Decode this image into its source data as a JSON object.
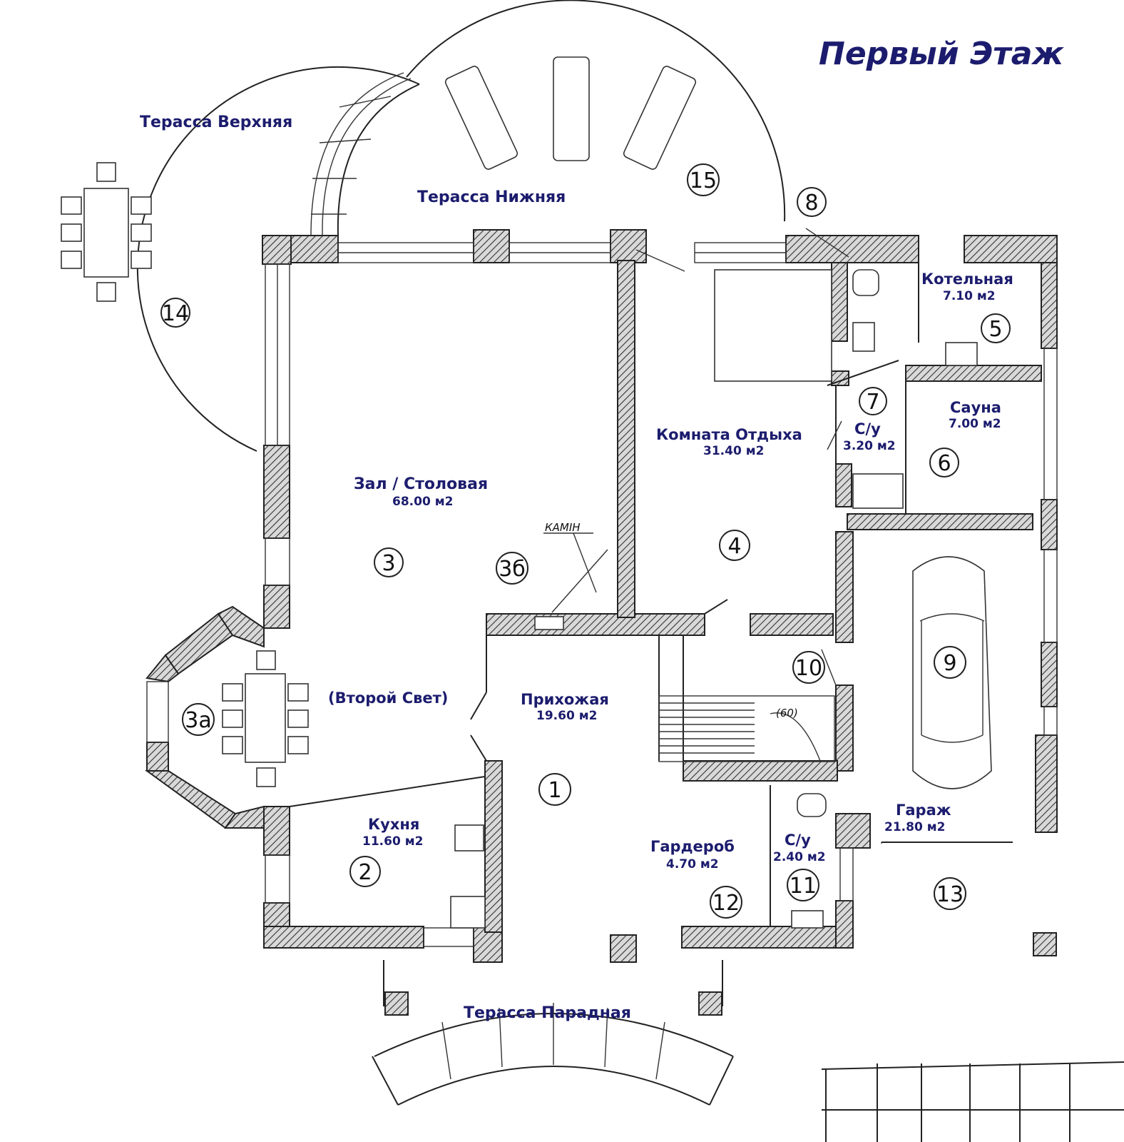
{
  "title": "Первый Этаж",
  "rooms": {
    "r1": {
      "num": "1",
      "name": "Прихожая",
      "area": "19.60 м2"
    },
    "r2": {
      "num": "2",
      "name": "Кухня",
      "area": "11.60 м2"
    },
    "r3": {
      "num": "3",
      "name": "Зал / Столовая",
      "area": "68.00 м2"
    },
    "r3a": {
      "num": "3а"
    },
    "r3b": {
      "num": "3б",
      "note": "КАМIН"
    },
    "second_light": {
      "name": "(Второй Свет)"
    },
    "r4": {
      "num": "4",
      "name": "Комната Отдыха",
      "area": "31.40 м2"
    },
    "r5": {
      "num": "5",
      "name": "Котельная",
      "area": "7.10 м2"
    },
    "r6": {
      "num": "6",
      "name": "Сауна",
      "area": "7.00 м2"
    },
    "r7": {
      "num": "7",
      "name": "С/у",
      "area": "3.20 м2"
    },
    "r8": {
      "num": "8"
    },
    "r9": {
      "num": "9",
      "name": "Гараж",
      "area": "21.80 м2"
    },
    "r10": {
      "num": "10",
      "stair": "(60)"
    },
    "r11": {
      "num": "11",
      "name": "С/у",
      "area": "2.40 м2"
    },
    "r12": {
      "num": "12",
      "name": "Гардероб",
      "area": "4.70 м2"
    },
    "r13": {
      "num": "13"
    },
    "r14": {
      "num": "14",
      "name": "Терасса Верхняя"
    },
    "r15": {
      "num": "15",
      "name": "Терасса Нижняя"
    },
    "front": {
      "name": "Терасса Парадная"
    }
  },
  "colors": {
    "label": "#1c1c6e",
    "wall": "#555555",
    "line": "#222222"
  }
}
